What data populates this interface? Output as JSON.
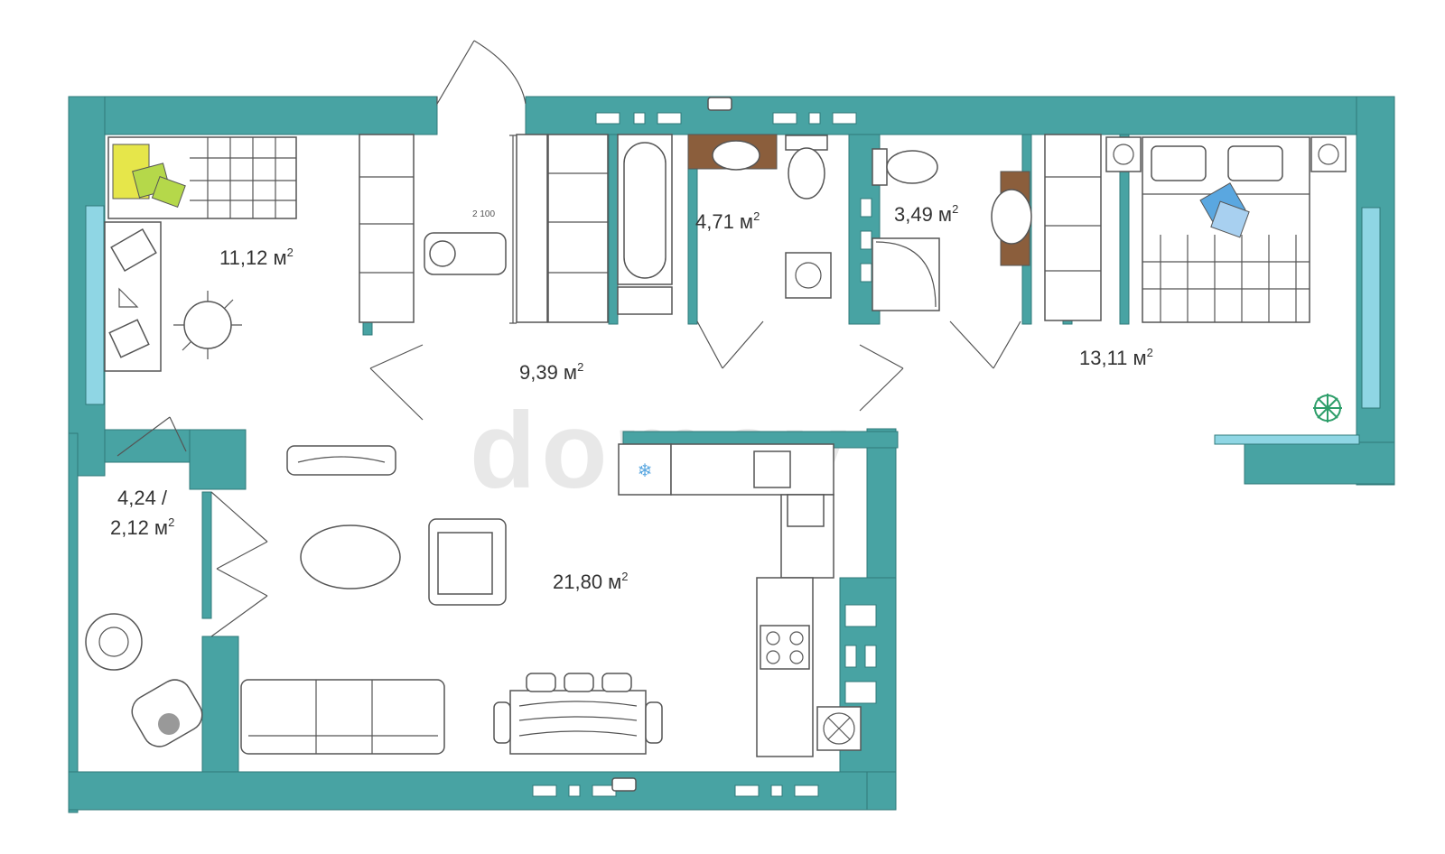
{
  "colors": {
    "wall": "#48a3a3",
    "wall_dark": "#3a8b8b",
    "window": "#8fd6e4",
    "wood": "#8b5e3c",
    "accent_yellow": "#e6e64a",
    "accent_green": "#b5d84a",
    "accent_blue": "#5aa7e0",
    "plant": "#2e9e6a"
  },
  "rooms": [
    {
      "id": "bedroom-left",
      "area": "11,12 м",
      "sup": "2"
    },
    {
      "id": "hallway",
      "area": "9,39 м",
      "sup": "2"
    },
    {
      "id": "bathroom",
      "area": "4,71 м",
      "sup": "2"
    },
    {
      "id": "shower-room",
      "area": "3,49 м",
      "sup": "2"
    },
    {
      "id": "bedroom-right",
      "area": "13,11 м",
      "sup": "2"
    },
    {
      "id": "balcony",
      "area_line1": "4,24 /",
      "area_line2": "2,12 м",
      "sup": "2"
    },
    {
      "id": "living-kitchen",
      "area": "21,80 м",
      "sup": "2"
    }
  ],
  "dimension_label": "2 100",
  "watermark": "domov",
  "icons": [
    "bed-icon",
    "desk-icon",
    "office-chair-icon",
    "wardrobe-icon",
    "bathtub-icon",
    "sink-icon",
    "toilet-icon",
    "washing-machine-icon",
    "shower-icon",
    "double-bed-icon",
    "plant-icon",
    "sofa-icon",
    "armchair-icon",
    "coffee-table-icon",
    "tv-stand-icon",
    "dining-table-icon",
    "fridge-icon",
    "stove-icon",
    "kitchen-sink-icon",
    "round-table-icon",
    "lounge-chair-icon",
    "door-icon"
  ]
}
